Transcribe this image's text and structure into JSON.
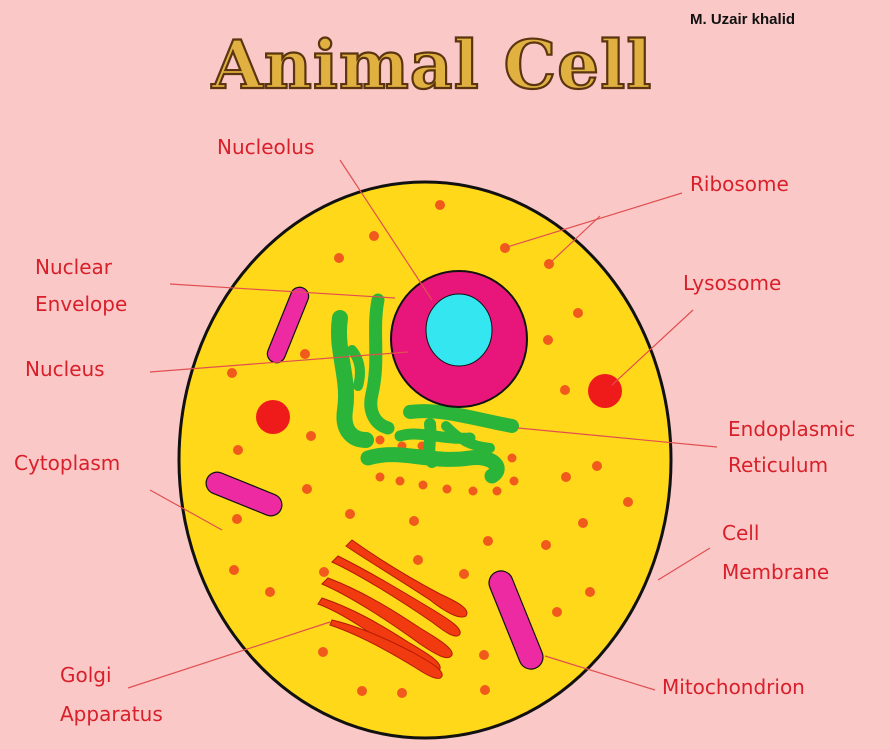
{
  "title": "Animal Cell",
  "author": "M. Uzair khalid",
  "labels": {
    "nucleolus": "Nucleolus",
    "ribosome": "Ribosome",
    "nuclear_envelope_1": "Nuclear",
    "nuclear_envelope_2": "Envelope",
    "lysosome": "Lysosome",
    "nucleus": "Nucleus",
    "er_1": "Endoplasmic",
    "er_2": "Reticulum",
    "cytoplasm": "Cytoplasm",
    "membrane_1": "Cell",
    "membrane_2": "Membrane",
    "golgi_1": "Golgi",
    "golgi_2": "Apparatus",
    "mitochondrion": "Mitochondrion"
  },
  "colors": {
    "background": "#fbc8c8",
    "cytoplasm": "#ffd81a",
    "nucleus": "#e8157a",
    "nucleolus": "#33e6f0",
    "er": "#2bb43a",
    "mitochondrion": "#ee2aa3",
    "lysosome": "#ef1a1a",
    "golgi": "#f23a10",
    "ribosome": "#f05a1c",
    "label": "#d8202a"
  }
}
